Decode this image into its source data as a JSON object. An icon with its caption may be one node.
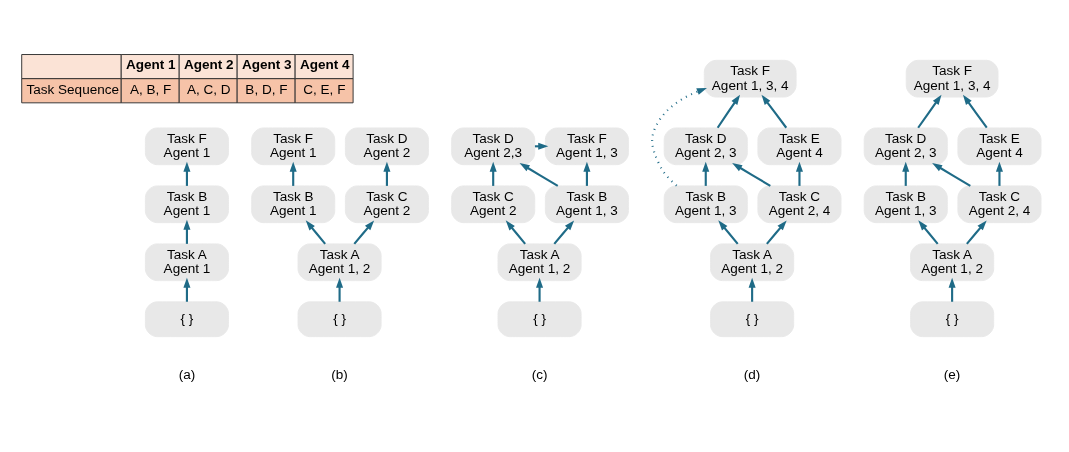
{
  "diagram": {
    "nodes": [
      {
        "text": [
          "Task F",
          "Agent 1"
        ]
      },
      {
        "text": [
          "Task B",
          "Agent 1"
        ]
      },
      {
        "text": [
          "Task A",
          "Agent 1"
        ]
      },
      {
        "text": [
          "{ }"
        ]
      },
      {
        "text": [
          "Task F",
          "Agent 1"
        ]
      },
      {
        "text": [
          "Task D",
          "Agent 2"
        ]
      },
      {
        "text": [
          "Task B",
          "Agent 1"
        ]
      },
      {
        "text": [
          "Task C",
          "Agent 2"
        ]
      },
      {
        "text": [
          "Task A",
          "Agent 1, 2"
        ]
      },
      {
        "text": [
          "{ }"
        ]
      },
      {
        "text": [
          "Task F",
          "Agent 1, 3"
        ]
      },
      {
        "text": [
          "Task D",
          "Agent 2,3"
        ]
      },
      {
        "text": [
          "Task B",
          "Agent 1, 3"
        ]
      },
      {
        "text": [
          "Task C",
          "Agent 2"
        ]
      },
      {
        "text": [
          "Task A",
          "Agent 1, 2"
        ]
      },
      {
        "text": [
          "{ }"
        ]
      },
      {
        "text": [
          "Task F",
          "Agent 1, 3, 4"
        ]
      },
      {
        "text": [
          "Task D",
          "Agent 2, 3"
        ]
      },
      {
        "text": [
          "Task E",
          "Agent 4"
        ]
      },
      {
        "text": [
          "Task B",
          "Agent 1, 3"
        ]
      },
      {
        "text": [
          "Task C",
          "Agent 2, 4"
        ]
      },
      {
        "text": [
          "Task A",
          "Agent 1, 2"
        ]
      },
      {
        "text": [
          "{ }"
        ]
      },
      {
        "text": [
          "Task F",
          "Agent 1, 3, 4"
        ]
      },
      {
        "text": [
          "Task D",
          "Agent 2, 3"
        ]
      },
      {
        "text": [
          "Task E",
          "Agent 4"
        ]
      },
      {
        "text": [
          "Task B",
          "Agent 1, 3"
        ]
      },
      {
        "text": [
          "Task C",
          "Agent 2, 4"
        ]
      },
      {
        "text": [
          "Task A",
          "Agent 1, 2"
        ]
      },
      {
        "text": [
          "{ }"
        ]
      }
    ],
    "edges": [
      {
        "from": 3,
        "to": 2,
        "arrow": "to"
      },
      {
        "from": 2,
        "to": 1,
        "arrow": "to"
      },
      {
        "from": 1,
        "to": 0,
        "arrow": "to"
      },
      {
        "from": 9,
        "to": 8,
        "arrow": "to"
      },
      {
        "from": 8,
        "to": 6,
        "arrow": "to"
      },
      {
        "from": 8,
        "to": 7,
        "arrow": "to"
      },
      {
        "from": 6,
        "to": 4,
        "arrow": "to"
      },
      {
        "from": 7,
        "to": 5,
        "arrow": "to"
      },
      {
        "from": 15,
        "to": 14,
        "arrow": "to"
      },
      {
        "from": 14,
        "to": 12,
        "arrow": "to"
      },
      {
        "from": 14,
        "to": 13,
        "arrow": "to"
      },
      {
        "from": 12,
        "to": 10,
        "arrow": "to"
      },
      {
        "from": 12,
        "to": 11,
        "arrow": "to"
      },
      {
        "from": 13,
        "to": 11,
        "arrow": "to"
      },
      {
        "from": 11,
        "to": 10,
        "arrow": "to"
      },
      {
        "from": 22,
        "to": 21,
        "arrow": "to"
      },
      {
        "from": 21,
        "to": 19,
        "arrow": "to"
      },
      {
        "from": 21,
        "to": 20,
        "arrow": "to"
      },
      {
        "from": 19,
        "to": 17,
        "arrow": "to"
      },
      {
        "from": 20,
        "to": 17,
        "arrow": "to"
      },
      {
        "from": 20,
        "to": 18,
        "arrow": "to"
      },
      {
        "from": 17,
        "to": 16,
        "arrow": "to"
      },
      {
        "from": 18,
        "to": 16,
        "arrow": "to"
      },
      {
        "from": 19,
        "to": 16,
        "arrow": "to",
        "style": "dashed"
      },
      {
        "from": 29,
        "to": 28,
        "arrow": "to"
      },
      {
        "from": 28,
        "to": 26,
        "arrow": "to"
      },
      {
        "from": 28,
        "to": 27,
        "arrow": "to"
      },
      {
        "from": 26,
        "to": 24,
        "arrow": "to"
      },
      {
        "from": 27,
        "to": 24,
        "arrow": "to"
      },
      {
        "from": 27,
        "to": 25,
        "arrow": "to"
      },
      {
        "from": 24,
        "to": 23,
        "arrow": "to"
      },
      {
        "from": 25,
        "to": 23,
        "arrow": "to"
      }
    ],
    "labels": [
      "Agent 1",
      "Agent 2",
      "Agent 3",
      "Agent 4",
      "Task Sequence",
      "A, B, F",
      "A, C, D",
      "B, D, F",
      "C, E, F",
      "(a)",
      "(b)",
      "(c)",
      "(d)",
      "(e)"
    ]
  }
}
